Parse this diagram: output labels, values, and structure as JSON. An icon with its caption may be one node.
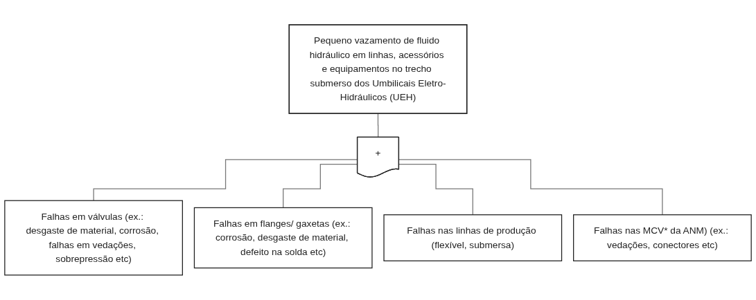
{
  "diagram": {
    "nodes": [
      {
        "text": [
          "Pequeno vazamento de fluido hidráulico em linhas, acessórios e equipamentos no trecho submerso dos Umbilicais Eletro-Hidráulicos (UEH)"
        ]
      },
      {
        "text": [
          "+"
        ]
      },
      {
        "text": [
          "Falhas em válvulas (ex.: desgaste de material, corrosão, falhas em vedações, sobrepressão etc)"
        ]
      },
      {
        "text": [
          "Falhas em flanges/ gaxetas (ex.: corrosão, desgaste de material, defeito na solda etc)"
        ]
      },
      {
        "text": [
          "Falhas nas linhas de produção (flexível, submersa)"
        ]
      },
      {
        "text": [
          "Falhas nas MCV* da ANM) (ex.: vedações, conectores etc)"
        ]
      }
    ],
    "edges": [
      {
        "from": 0,
        "to": 1,
        "arrow": "none"
      },
      {
        "from": 1,
        "to": 2,
        "arrow": "none"
      },
      {
        "from": 1,
        "to": 3,
        "arrow": "none"
      },
      {
        "from": 1,
        "to": 4,
        "arrow": "none"
      },
      {
        "from": 1,
        "to": 5,
        "arrow": "none"
      }
    ]
  }
}
